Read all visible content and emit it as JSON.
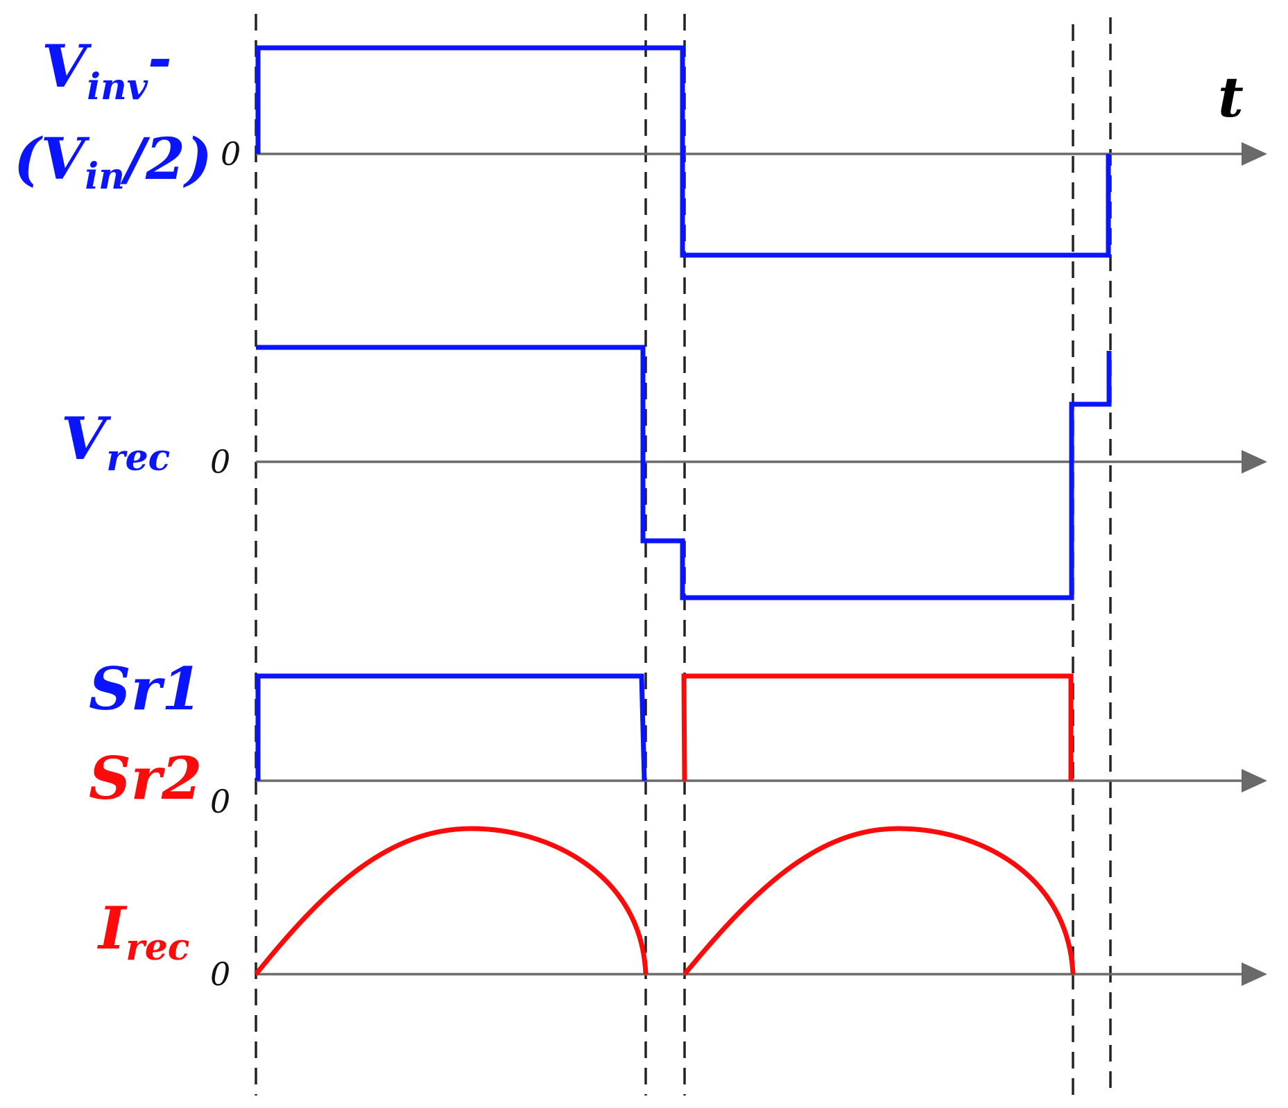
{
  "colors": {
    "blue": "#0a14ff",
    "red": "#ff0a0a",
    "axis": "#6a6a6a",
    "dashed": "#222222"
  },
  "time_axis_label": "t",
  "zero_label": "0",
  "traces": [
    {
      "id": "vinv",
      "label_main": "V",
      "label_sub": "inv",
      "label_suffix": "-",
      "label_line2_main": "(V",
      "label_line2_sub": "in",
      "label_line2_suffix": "/2)",
      "color": "blue"
    },
    {
      "id": "vrec",
      "label_main": "V",
      "label_sub": "rec",
      "color": "blue"
    },
    {
      "id": "sr",
      "label_sr1": "Sr1",
      "label_sr2": "Sr2",
      "color_sr1": "blue",
      "color_sr2": "red"
    },
    {
      "id": "irec",
      "label_main": "I",
      "label_sub": "rec",
      "color": "red"
    }
  ]
}
